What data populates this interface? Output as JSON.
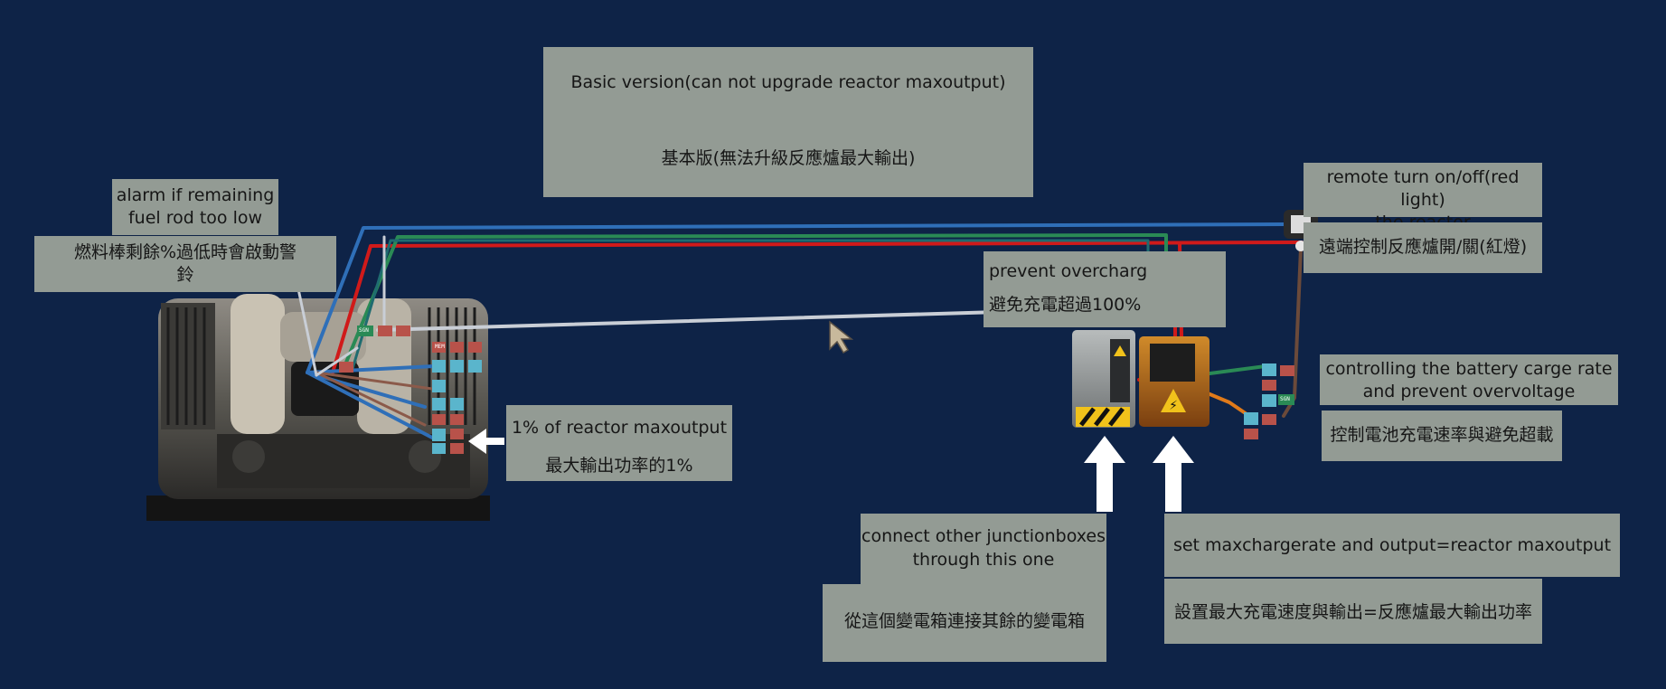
{
  "notes": {
    "basic": {
      "en": "Basic version(can not upgrade reactor maxoutput)",
      "zh": "基本版(無法升級反應爐最大輸出)"
    },
    "alarm": {
      "en_line1": "alarm if remaining",
      "en_line2": "fuel rod too low",
      "zh_line1": "燃料棒剩餘%過低時會啟動警",
      "zh_line2": "鈴"
    },
    "remote": {
      "en_line1": "remote turn on/off(red light)",
      "en_line2": "the reactor",
      "zh": "遠端控制反應爐開/關(紅燈)"
    },
    "overcharge": {
      "en": "prevent overcharg",
      "zh": "避免充電超過100%"
    },
    "maxoutput": {
      "en": "1% of  reactor maxoutput",
      "zh": "最大輸出功率的1%"
    },
    "battery": {
      "en_line1": "controlling the battery carge rate",
      "en_line2": "and prevent overvoltage",
      "zh": "控制電池充電速率與避免超載"
    },
    "junction": {
      "en_line1": "connect other junctionboxes",
      "en_line2": "through this one",
      "zh": "從這個變電箱連接其餘的變電箱"
    },
    "maxcharge": {
      "en": "set maxchargerate and output=reactor maxoutput",
      "zh": "設置最大充電速度與輸出=反應爐最大輸出功率"
    }
  },
  "component_labels": {
    "mem": "MEM",
    "sgn": "SGN"
  },
  "colors": {
    "background": "#0e2347",
    "note_bg": "#939b94",
    "wire_red": "#d01a1a",
    "wire_blue": "#2f6fb8",
    "wire_green": "#2a8a55",
    "wire_white": "#c9ced6",
    "wire_brown": "#6b4a3a",
    "wire_orange": "#e07a1a"
  }
}
